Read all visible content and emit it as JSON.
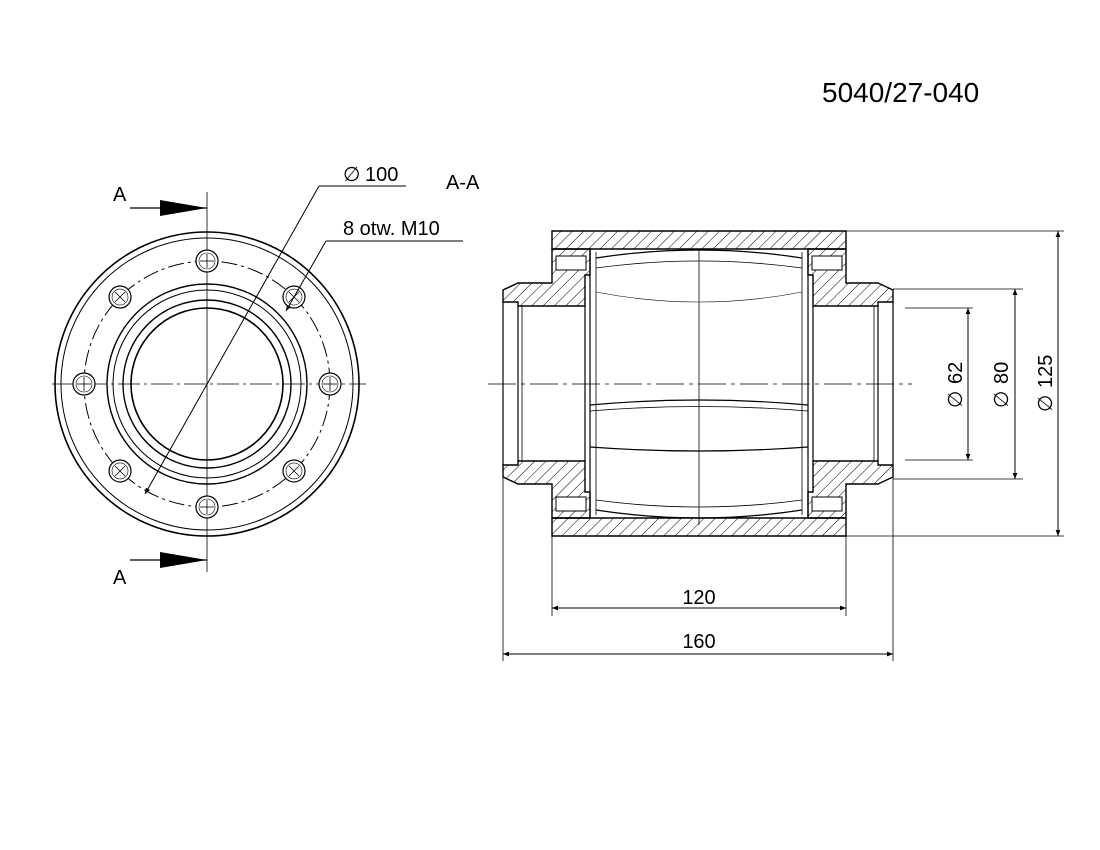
{
  "drawing_number": "5040/27-040",
  "front_view": {
    "section_marker_top": "A",
    "section_marker_bottom": "A",
    "bolt_circle_dimension": "100",
    "diameter_symbol": "∅",
    "holes_note": "8 otw. M10",
    "hole_count": 8
  },
  "section_view": {
    "title": "A-A",
    "dim_inner": "62",
    "dim_middle": "80",
    "dim_outer": "125",
    "dim_inner_length": "120",
    "dim_total_length": "160",
    "diameter_symbol": "∅"
  },
  "colors": {
    "line": "#000000",
    "background": "#ffffff"
  }
}
